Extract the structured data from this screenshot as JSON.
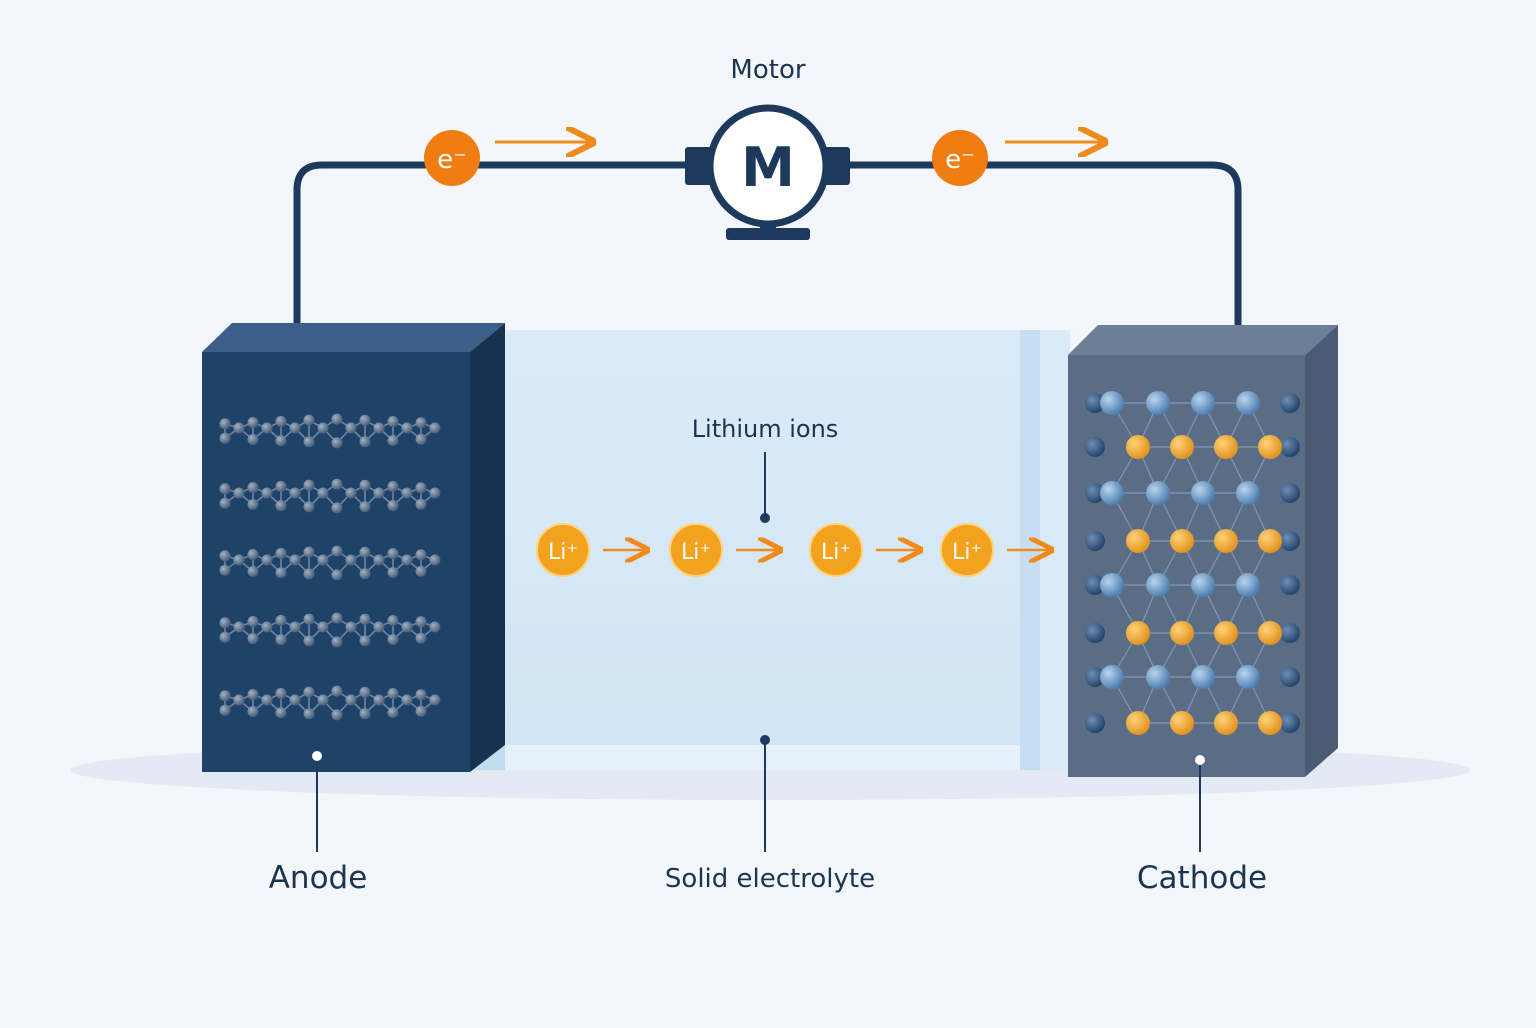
{
  "labels": {
    "motor": "Motor",
    "motor_symbol": "M",
    "lithium_ions": "Lithium ions",
    "anode": "Anode",
    "solid_electrolyte": "Solid electrolyte",
    "cathode": "Cathode"
  },
  "particles": {
    "electron": "e⁻",
    "lithium_ion": "Li⁺"
  },
  "colors": {
    "wire": "#1d3a5c",
    "anode": "#1f4268",
    "cathode": "#5b6d85",
    "electrolyte": "#d7e8f6",
    "ion": "#f3a21f",
    "electron": "#f07d12",
    "arrow": "#f08a1c",
    "lattice_blue": "#6f9ccb",
    "lattice_orange": "#f0a53a"
  }
}
